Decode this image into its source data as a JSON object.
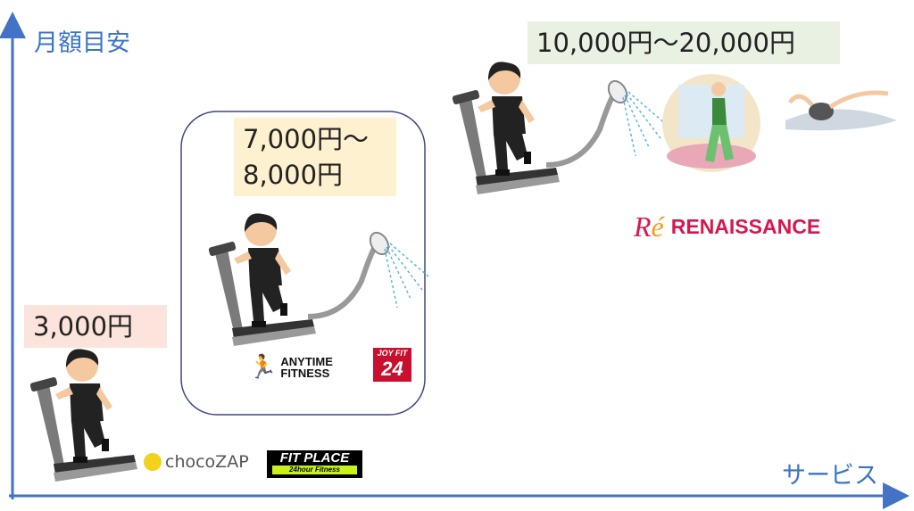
{
  "axes": {
    "y_label": "月額目安",
    "x_label": "サービス"
  },
  "tiers": [
    {
      "price": "3,000円",
      "brands": [
        "chocoZAP",
        "FIT PLACE",
        "24hour Fitness"
      ]
    },
    {
      "price_line1": "7,000円～",
      "price_line2": "8,000円",
      "brands": [
        "ANYTIME",
        "FITNESS",
        "JOY FIT",
        "24"
      ]
    },
    {
      "price": "10,000円～20,000円",
      "brands": [
        "RENAISSANCE"
      ]
    }
  ],
  "colors": {
    "axis": "#4472c4",
    "tier1_bg": "#fce4dc",
    "tier2_bg": "#fdf1cf",
    "tier3_bg": "#e9f1e2",
    "renaissance": "#d6174f",
    "anytime": "#5b2d91",
    "joyfit": "#c8102e",
    "fitplace_green": "#c8f21a"
  }
}
